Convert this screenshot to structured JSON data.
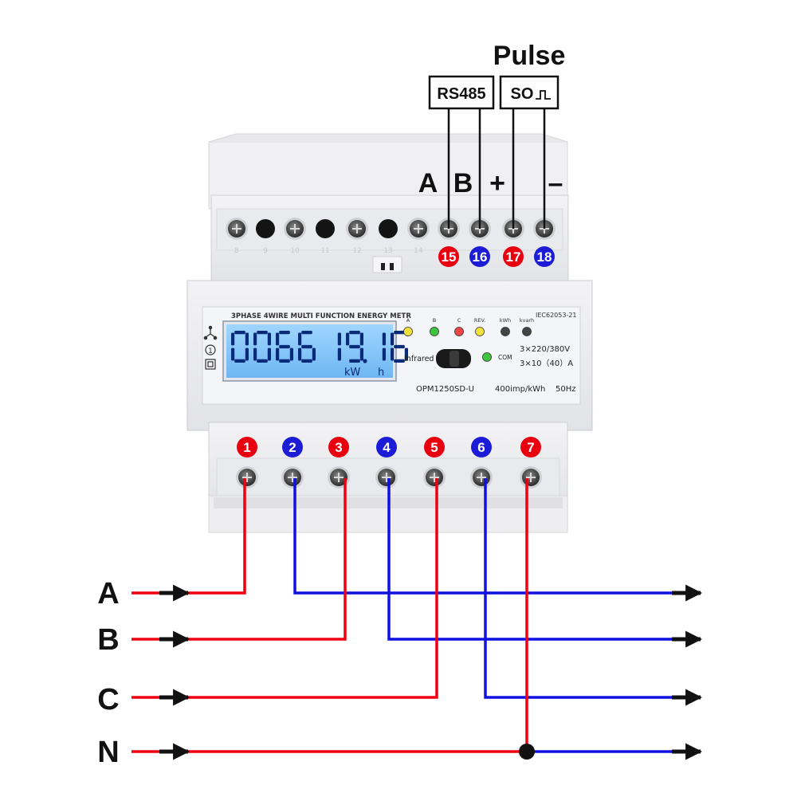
{
  "header": {
    "pulse_label": "Pulse",
    "rs485_label": "RS485",
    "so_label": "SO",
    "terminal_letters": [
      "A",
      "B",
      "+",
      "–"
    ]
  },
  "top_terminals": {
    "numbers": [
      "15",
      "16",
      "17",
      "18"
    ],
    "colors": [
      "#e8000f",
      "#1c1cd6",
      "#e8000f",
      "#1c1cd6"
    ],
    "faint_numbers": [
      "8",
      "9",
      "10",
      "11",
      "12",
      "13",
      "14"
    ]
  },
  "meter": {
    "title": "3PHASE 4WIRE MULTI FUNCTION ENERGY METR",
    "standard": "IEC62053-21",
    "lcd_value": "00661916",
    "lcd_digits_left": "0066",
    "lcd_digits_right": "19.16",
    "lcd_unit_k": "kW",
    "lcd_unit_h": "h",
    "led_labels": [
      "A",
      "B",
      "C",
      "REV.",
      "kWh",
      "kvarh"
    ],
    "led_colors": [
      "#f4e23a",
      "#3ec43e",
      "#ee4444",
      "#f4e23a",
      "#444444",
      "#444444"
    ],
    "infrared_label": "Infrared",
    "com_label": "COM",
    "com_led_color": "#3ec43e",
    "voltage_spec": "3×220/380V",
    "current_spec": "3×10（40）A",
    "model": "OPM1250SD-U",
    "constant": "400imp/kWh",
    "frequency": "50Hz"
  },
  "bottom_terminals": {
    "numbers": [
      "1",
      "2",
      "3",
      "4",
      "5",
      "6",
      "7"
    ],
    "colors": [
      "#e8000f",
      "#1c1cd6",
      "#e8000f",
      "#1c1cd6",
      "#e8000f",
      "#1c1cd6",
      "#e8000f"
    ]
  },
  "lines": {
    "labels": [
      "A",
      "B",
      "C",
      "N"
    ]
  },
  "wire_colors": {
    "live": "#ee0011",
    "load": "#1010e0"
  }
}
